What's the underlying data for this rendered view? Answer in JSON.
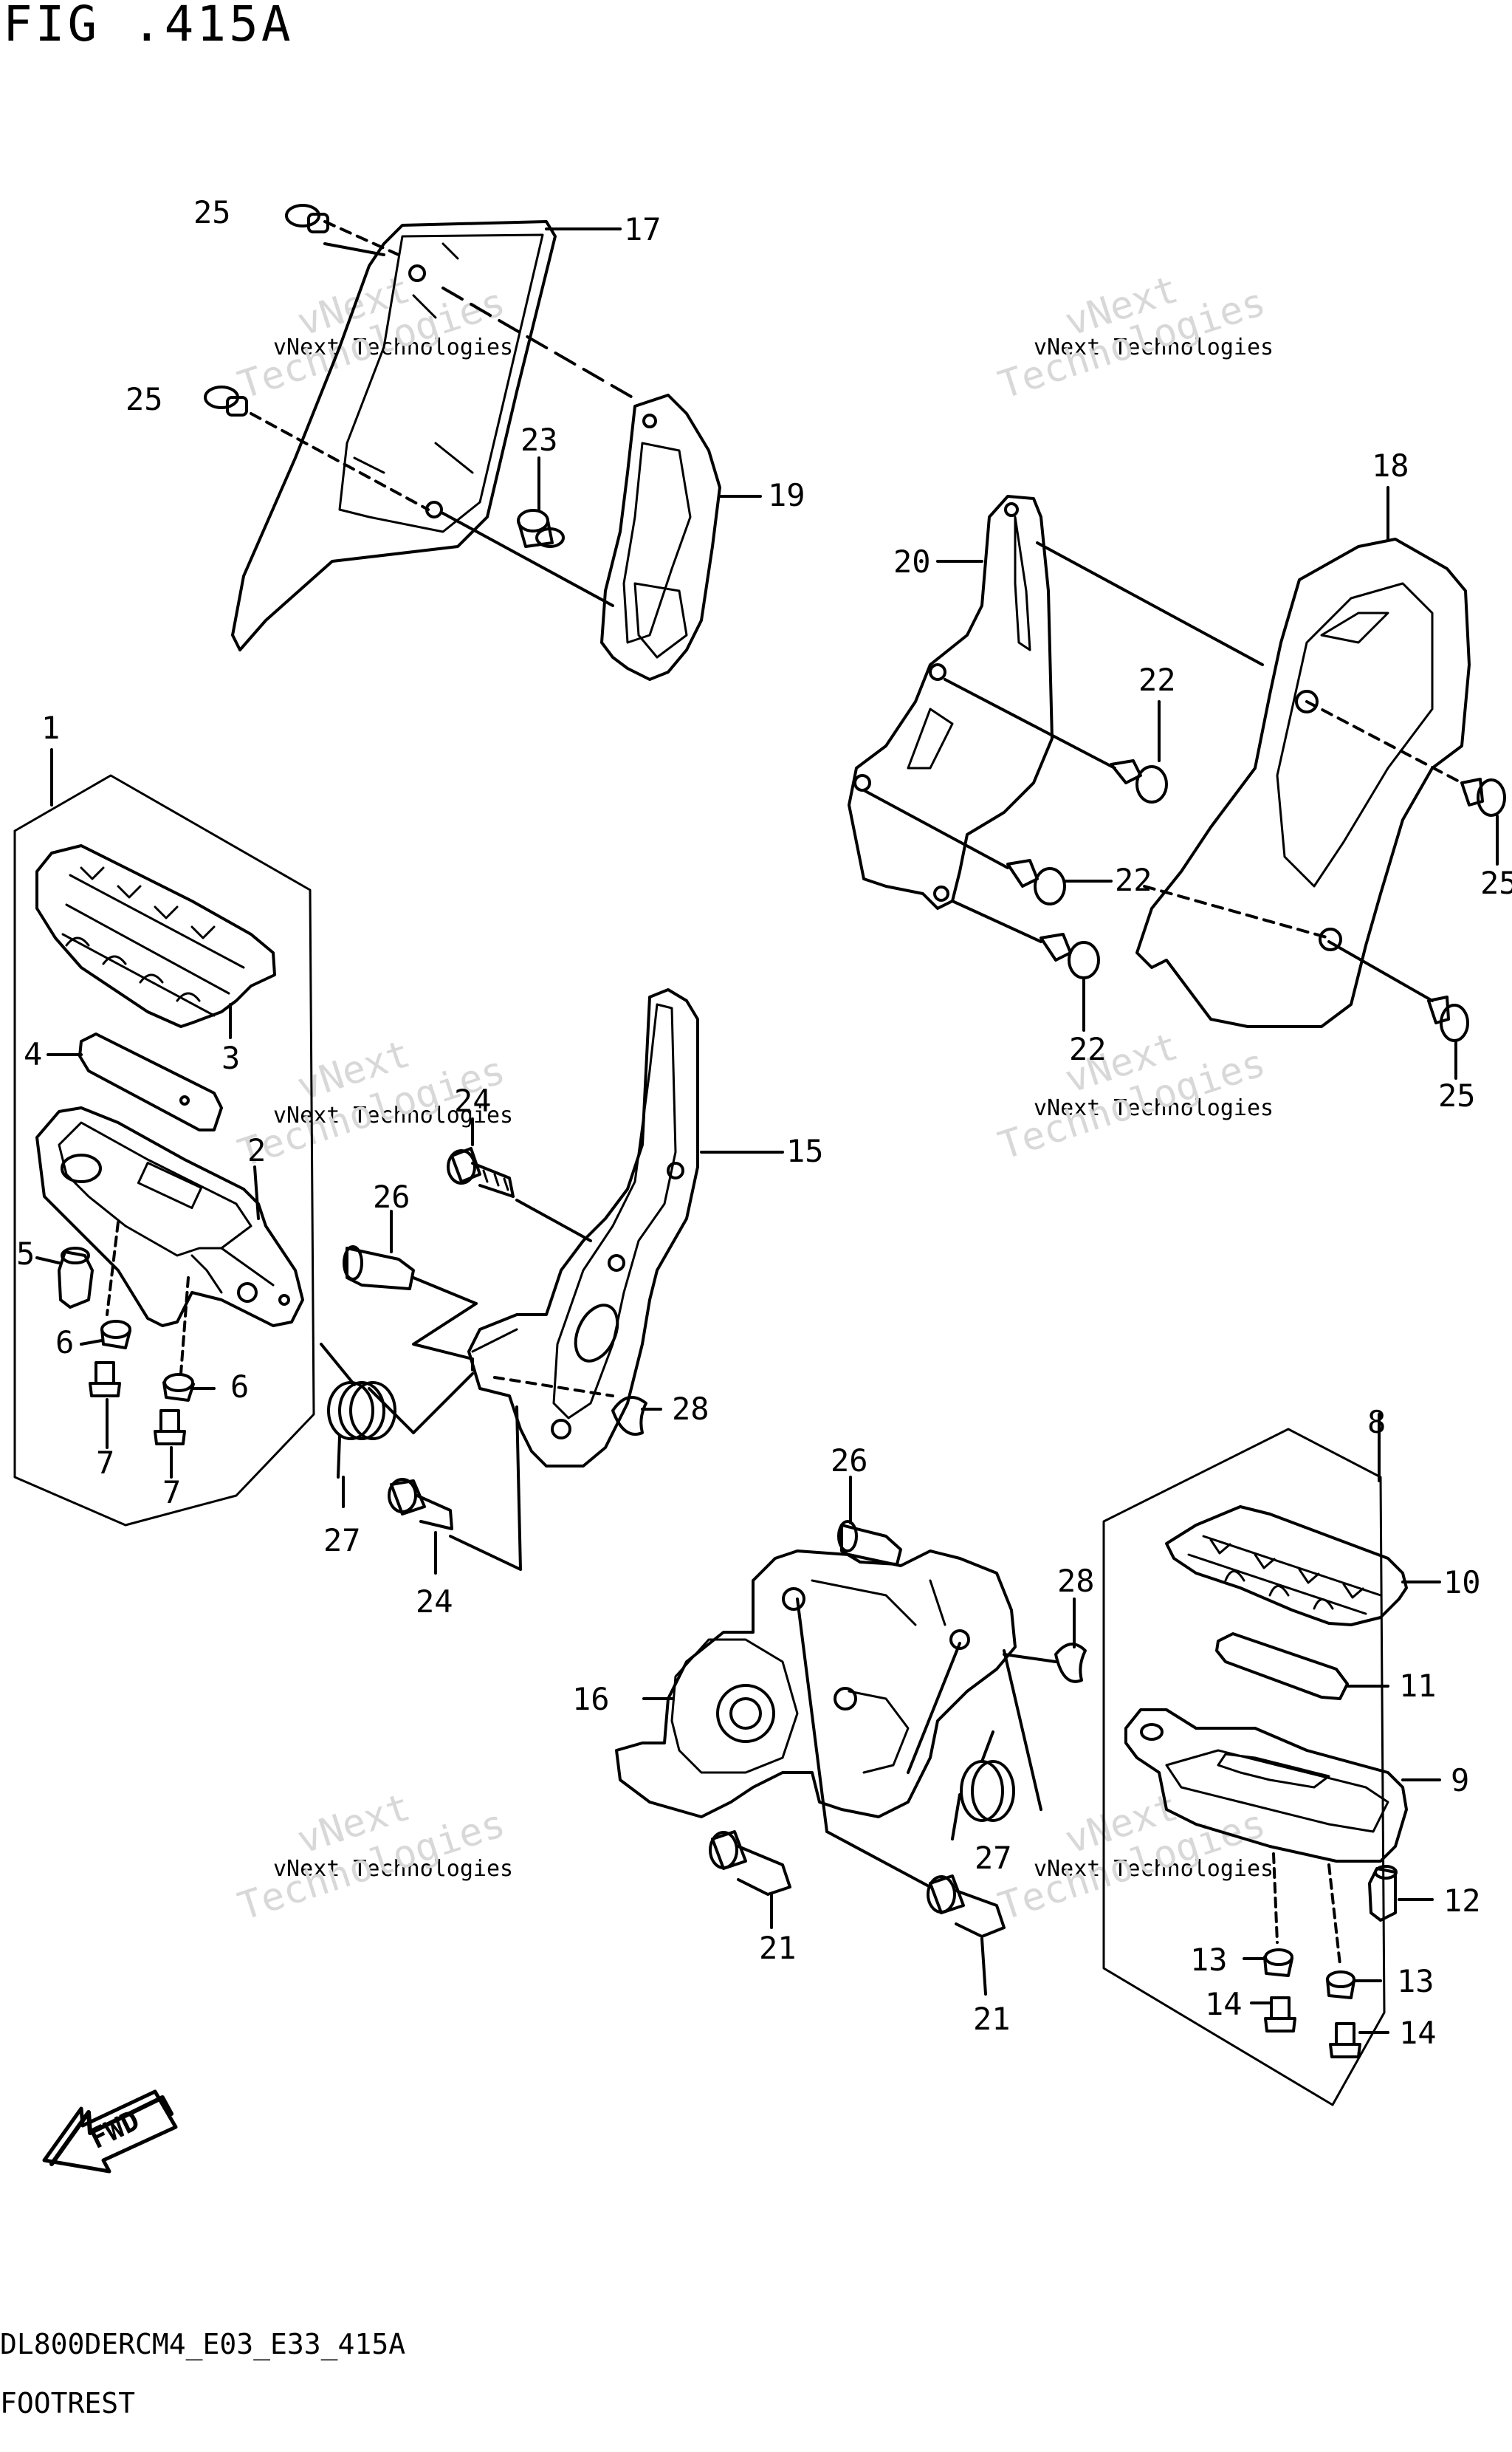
{
  "figure": {
    "title": "FIG .415A",
    "code": "DL800DERCM4_E03_E33_415A",
    "section": "FOOTREST"
  },
  "watermark": {
    "line1": "vNext Technologies",
    "line2": "vNext",
    "line3": "Technologies"
  },
  "callouts": [
    {
      "id": "c25a",
      "label": "25"
    },
    {
      "id": "c17",
      "label": "17"
    },
    {
      "id": "c25b",
      "label": "25"
    },
    {
      "id": "c23",
      "label": "23"
    },
    {
      "id": "c19",
      "label": "19"
    },
    {
      "id": "c18",
      "label": "18"
    },
    {
      "id": "c20",
      "label": "20"
    },
    {
      "id": "c22a",
      "label": "22"
    },
    {
      "id": "c25c",
      "label": "25"
    },
    {
      "id": "c22b",
      "label": "22"
    },
    {
      "id": "c22c",
      "label": "22"
    },
    {
      "id": "c25d",
      "label": "25"
    },
    {
      "id": "c1",
      "label": "1"
    },
    {
      "id": "c3",
      "label": "3"
    },
    {
      "id": "c4",
      "label": "4"
    },
    {
      "id": "c2",
      "label": "2"
    },
    {
      "id": "c5",
      "label": "5"
    },
    {
      "id": "c6a",
      "label": "6"
    },
    {
      "id": "c6b",
      "label": "6"
    },
    {
      "id": "c7a",
      "label": "7"
    },
    {
      "id": "c7b",
      "label": "7"
    },
    {
      "id": "c24a",
      "label": "24"
    },
    {
      "id": "c15",
      "label": "15"
    },
    {
      "id": "c26a",
      "label": "26"
    },
    {
      "id": "c28a",
      "label": "28"
    },
    {
      "id": "c27a",
      "label": "27"
    },
    {
      "id": "c24b",
      "label": "24"
    },
    {
      "id": "c8",
      "label": "8"
    },
    {
      "id": "c26b",
      "label": "26"
    },
    {
      "id": "c28b",
      "label": "28"
    },
    {
      "id": "c10",
      "label": "10"
    },
    {
      "id": "c11",
      "label": "11"
    },
    {
      "id": "c16",
      "label": "16"
    },
    {
      "id": "c9",
      "label": "9"
    },
    {
      "id": "c27b",
      "label": "27"
    },
    {
      "id": "c12",
      "label": "12"
    },
    {
      "id": "c21a",
      "label": "21"
    },
    {
      "id": "c13a",
      "label": "13"
    },
    {
      "id": "c13b",
      "label": "13"
    },
    {
      "id": "c14a",
      "label": "14"
    },
    {
      "id": "c14b",
      "label": "14"
    },
    {
      "id": "c21b",
      "label": "21"
    }
  ],
  "fwd_label": "FWD"
}
